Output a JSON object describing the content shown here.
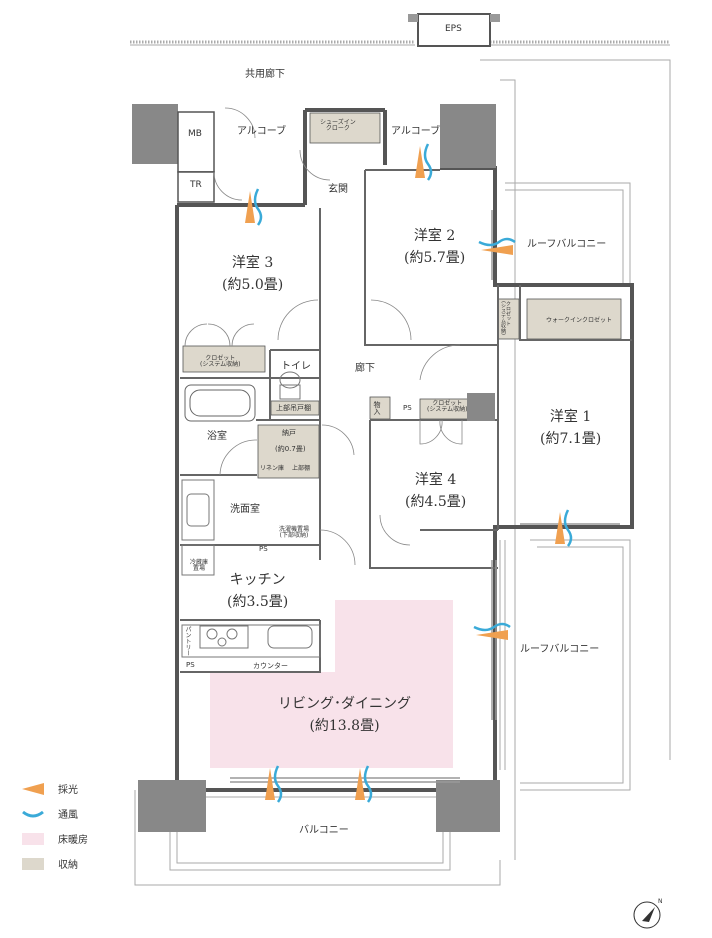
{
  "plan": {
    "corridor_label": "共用廊下",
    "eps_label": "EPS",
    "mb_label": "MB",
    "tr_label": "TR",
    "alcove_left": "アルコーブ",
    "alcove_right": "アルコーブ",
    "shoe_closet": "シューズイン\nクローク",
    "entrance": "玄関",
    "hallway": "廊下",
    "toilet": "トイレ",
    "toilet_shelf": "上部吊戸棚",
    "bath": "浴室",
    "storage_label": "納戸",
    "storage_size": "(約0.7畳)",
    "linen": "リネン庫",
    "upper_shelf": "上部棚",
    "washroom": "洗面室",
    "ps_1": "PS",
    "ps_2": "PS",
    "ps_3": "PS",
    "washer_box": "洗濯機置場\n(下部収納)",
    "fridge": "冷蔵庫\n置場",
    "kitchen": "キッチン",
    "kitchen_size": "(約3.5畳)",
    "pantry": "パントリー",
    "counter": "カウンター",
    "living": "リビング･ダイニング",
    "living_size": "(約13.8畳)",
    "room1": "洋室 1",
    "room1_size": "(約7.1畳)",
    "room2": "洋室 2",
    "room2_size": "(約5.7畳)",
    "room3": "洋室 3",
    "room3_size": "(約5.0畳)",
    "room4": "洋室 4",
    "room4_size": "(約4.5畳)",
    "closet_system": "クロゼット\n(システム収納)",
    "closet_system_2": "クロゼット\n(システム収納)",
    "closet_system_3": "クロゼット\n(システム収納)",
    "walkin": "ウォークインクロゼット",
    "shoebox": "物入",
    "roof_balcony_1": "ルーフバルコニー",
    "roof_balcony_2": "ルーフバルコニー",
    "balcony": "バルコニー",
    "north_mark": "N"
  },
  "legend": [
    {
      "label": "採光",
      "icon": "light-arrow-icon",
      "color": "#f0a050"
    },
    {
      "label": "通風",
      "icon": "wind-icon",
      "color": "#3aaad8"
    },
    {
      "label": "床暖房",
      "icon": "floor-heating-swatch",
      "color": "#f8e2ea"
    },
    {
      "label": "収納",
      "icon": "storage-swatch",
      "color": "#ddd8cc"
    }
  ]
}
